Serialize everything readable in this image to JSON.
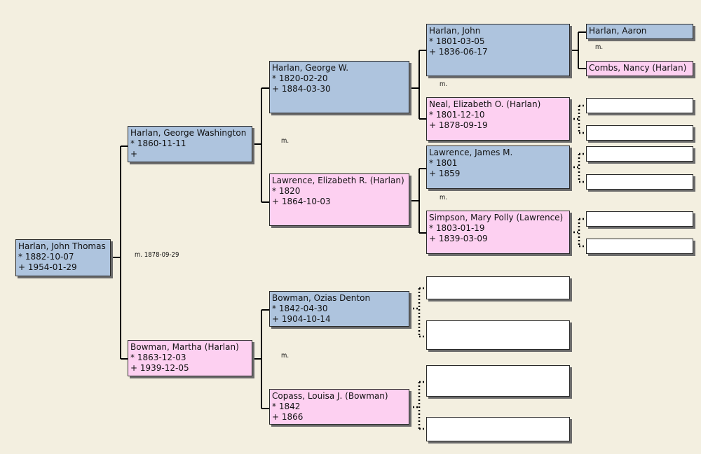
{
  "persons": {
    "g0_self": {
      "name": "Harlan, John Thomas",
      "birth": "* 1882-10-07",
      "death": "+ 1954-01-29",
      "sex": "male"
    },
    "g1_father": {
      "name": "Harlan, George Washington",
      "birth": "* 1860-11-11",
      "death": "+",
      "sex": "male"
    },
    "g1_mother": {
      "name": "Bowman, Martha (Harlan)",
      "birth": "* 1863-12-03",
      "death": "+ 1939-12-05",
      "sex": "female"
    },
    "g2_ff": {
      "name": "Harlan, George W.",
      "birth": "* 1820-02-20",
      "death": "+ 1884-03-30",
      "sex": "male"
    },
    "g2_fm": {
      "name": "Lawrence, Elizabeth R. (Harlan)",
      "birth": "* 1820",
      "death": "+ 1864-10-03",
      "sex": "female"
    },
    "g2_mf": {
      "name": "Bowman, Ozias Denton",
      "birth": "* 1842-04-30",
      "death": "+ 1904-10-14",
      "sex": "male"
    },
    "g2_mm": {
      "name": "Copass, Louisa J. (Bowman)",
      "birth": "* 1842",
      "death": "+ 1866",
      "sex": "female"
    },
    "g3_fff": {
      "name": "Harlan, John",
      "birth": "* 1801-03-05",
      "death": "+ 1836-06-17",
      "sex": "male"
    },
    "g3_ffm": {
      "name": "Neal, Elizabeth O. (Harlan)",
      "birth": "* 1801-12-10",
      "death": "+ 1878-09-19",
      "sex": "female"
    },
    "g3_fmf": {
      "name": "Lawrence, James M.",
      "birth": "* 1801",
      "death": "+ 1859",
      "sex": "male"
    },
    "g3_fmm": {
      "name": "Simpson, Mary Polly (Lawrence)",
      "birth": "* 1803-01-19",
      "death": "+ 1839-03-09",
      "sex": "female"
    },
    "g4_ffff": {
      "name": "Harlan, Aaron",
      "sex": "male"
    },
    "g4_fffm": {
      "name": "Combs, Nancy (Harlan)",
      "sex": "female"
    }
  },
  "marriages": {
    "m_parents": "m. 1878-09-29",
    "m_ff": "m.",
    "m_fff": "m.",
    "m_ffff": "m.",
    "m_fmf": "m.",
    "m_mf": "m."
  },
  "colors": {
    "male": "#aec4de",
    "female": "#fdd0f1",
    "empty": "#ffffff",
    "background": "#f3efe0"
  }
}
